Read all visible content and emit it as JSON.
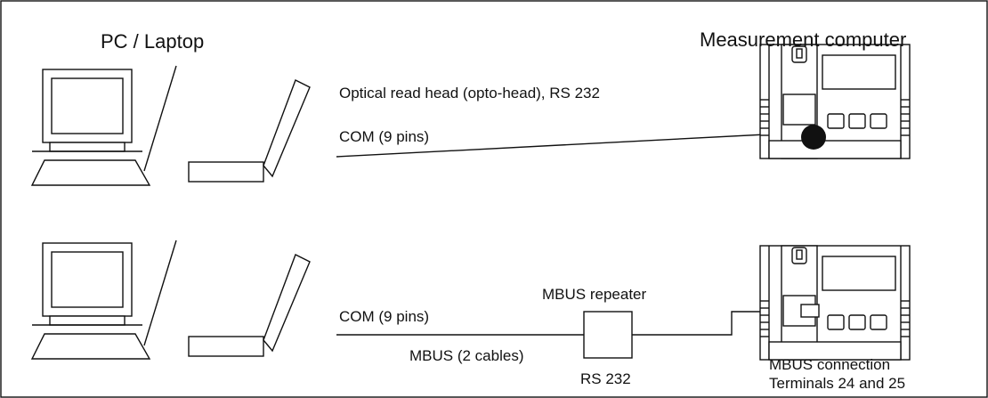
{
  "labels": {
    "pc_laptop": "PC / Laptop",
    "measurement_computer": "Measurement computer",
    "optical_head": "Optical read head (opto-head), RS 232",
    "com_top": "COM (9 pins)",
    "com_bottom": "COM (9 pins)",
    "mbus_repeater": "MBUS repeater",
    "mbus_cables": "MBUS (2 cables)",
    "rs232": "RS 232",
    "mbus_connection_line1": "MBUS connection",
    "mbus_connection_line2": "Terminals 24 and 25"
  },
  "colors": {
    "line": "#111111",
    "background": "#ffffff"
  }
}
